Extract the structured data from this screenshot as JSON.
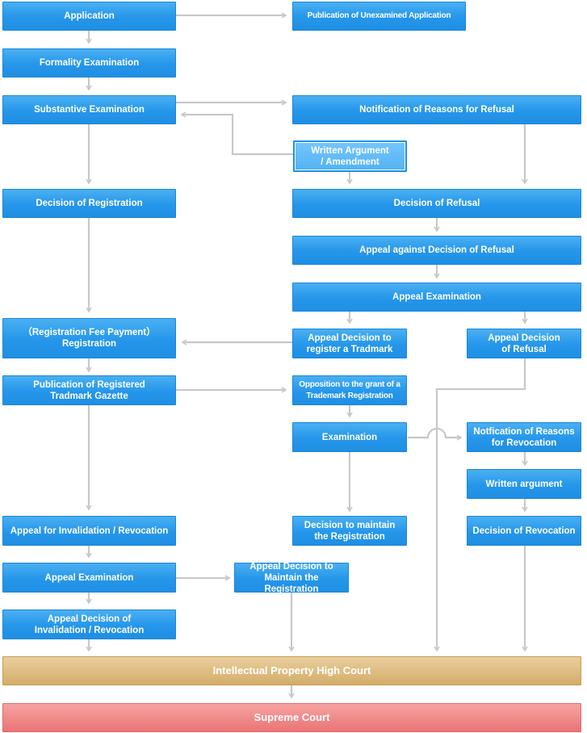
{
  "boxes": {
    "application": "Application",
    "publication_unexamined": "Publication of Unexamined Application",
    "formality_examination": "Formality Examination",
    "substantive_examination": "Substantive Examination",
    "notification_reasons_refusal": "Notification of Reasons for Refusal",
    "written_argument_amendment": "Written Argument\n/ Amendment",
    "decision_registration": "Decision of Registration",
    "decision_refusal": "Decision of Refusal",
    "appeal_against_refusal": "Appeal against Decision of Refusal",
    "appeal_examination_1": "Appeal Examination",
    "registration_fee_payment": "（Registration Fee Payment）\nRegistration",
    "appeal_decision_register": "Appeal Decision to\nregister a Tradmark",
    "appeal_decision_refusal": "Appeal Decision\nof Refusal",
    "publication_registered_gazette": "Publication of Registered\nTradmark Gazette",
    "opposition_grant": "Opposition to the grant of a\nTrademark Registration",
    "examination": "Examination",
    "notification_reasons_revocation": "Notfication of Reasons\nfor Revocation",
    "written_argument": "Written argument",
    "appeal_invalidation_revocation": "Appeal for Invalidation / Revocation",
    "decision_maintain": "Decision to maintain\nthe Registration",
    "decision_revocation": "Decision of Revocation",
    "appeal_examination_2": "Appeal Examination",
    "appeal_decision_maintain": "Appeal Decision to\nMaintain the Registration",
    "appeal_decision_invalidation": "Appeal Decision of\nInvalidation / Revocation",
    "ip_high_court": "Intellectual Property High Court",
    "supreme_court": "Supreme Court"
  },
  "colors": {
    "box_blue": "#2596ea",
    "box_light_blue": "#5fb9f6",
    "court_tan": "#dcb878",
    "supreme_pink": "#ef8686",
    "connector_gray": "#c8c8c8"
  }
}
